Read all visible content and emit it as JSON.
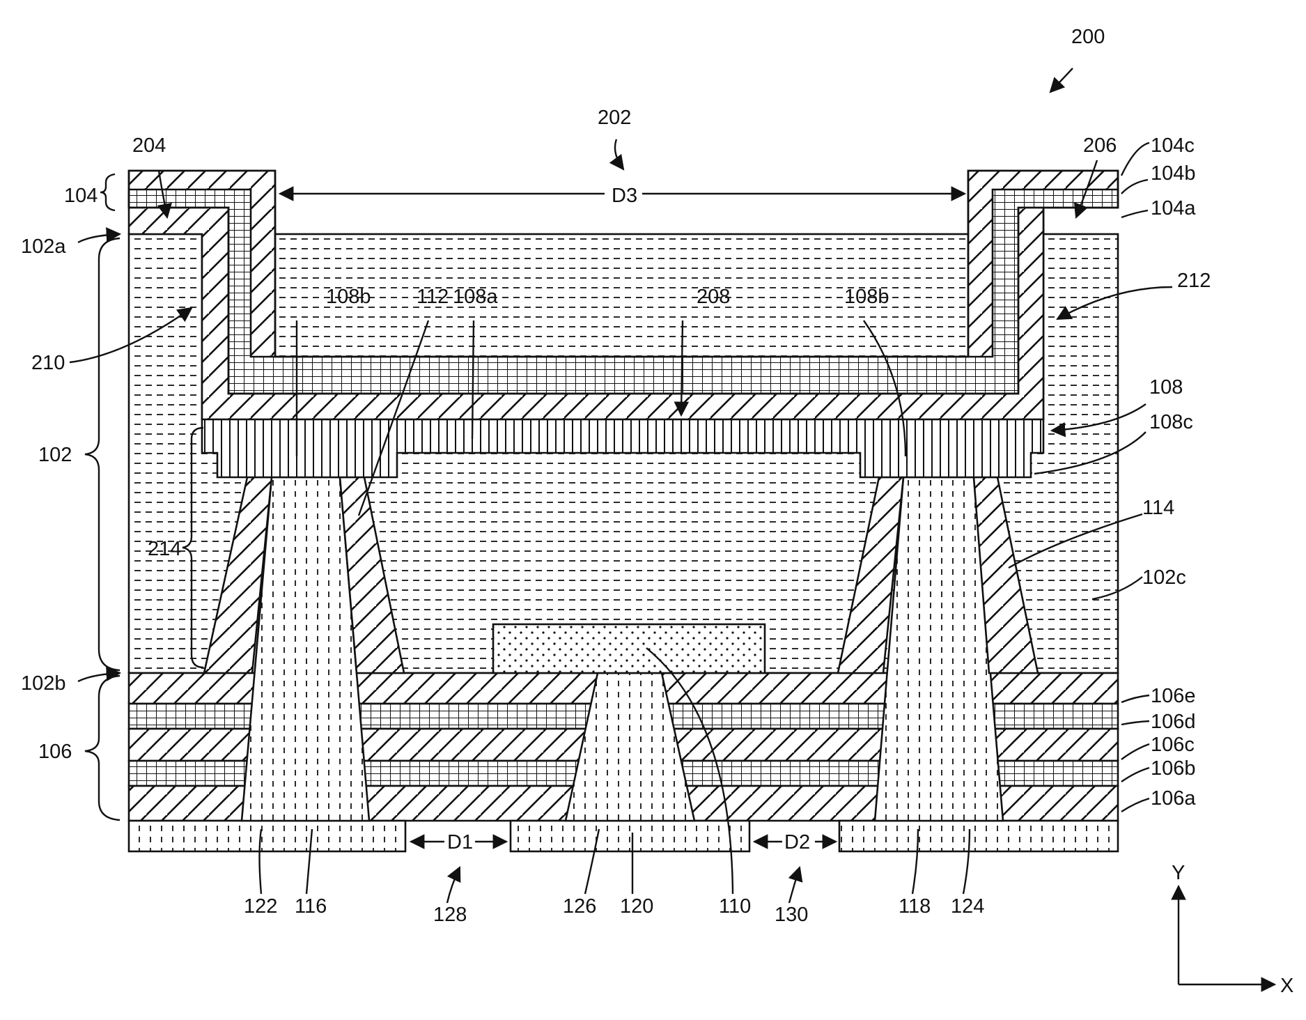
{
  "figure": {
    "number": "200"
  },
  "dims": {
    "d1": "D1",
    "d2": "D2",
    "d3": "D3"
  },
  "axes": {
    "x": "X",
    "y": "Y"
  },
  "labels": {
    "l202": "202",
    "l204": "204",
    "l206": "206",
    "l208": "208",
    "l210": "210",
    "l212": "212",
    "l214": "214",
    "l104": "104",
    "l104a": "104a",
    "l104b": "104b",
    "l104c": "104c",
    "l102": "102",
    "l102a": "102a",
    "l102b": "102b",
    "l102c": "102c",
    "l108": "108",
    "l108a": "108a",
    "l108b_left": "108b",
    "l108b_right": "108b",
    "l108c": "108c",
    "l112": "112",
    "l114": "114",
    "l106": "106",
    "l106a": "106a",
    "l106b": "106b",
    "l106c": "106c",
    "l106d": "106d",
    "l106e": "106e",
    "l122": "122",
    "l116": "116",
    "l128": "128",
    "l126": "126",
    "l120": "120",
    "l110": "110",
    "l130": "130",
    "l118": "118",
    "l124": "124"
  }
}
